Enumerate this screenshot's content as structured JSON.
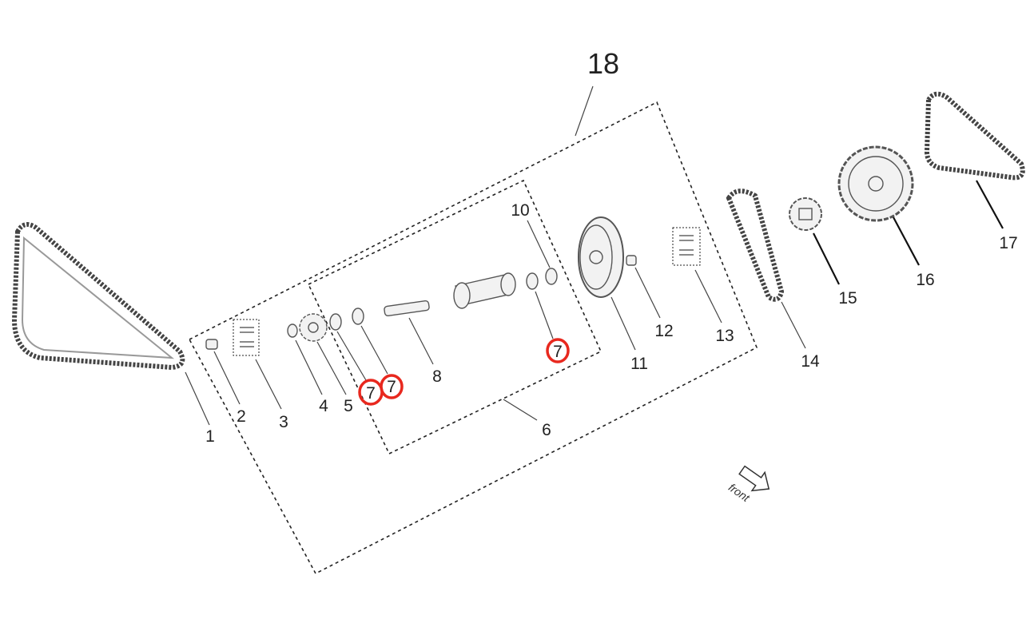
{
  "diagram": {
    "labels": {
      "p1": "1",
      "p2": "2",
      "p3": "3",
      "p4": "4",
      "p5": "5",
      "p6": "6",
      "p7a": "7",
      "p7b": "7",
      "p7c": "7",
      "p8": "8",
      "p10": "10",
      "p11": "11",
      "p12": "12",
      "p13": "13",
      "p14": "14",
      "p15": "15",
      "p16": "16",
      "p17": "17",
      "p18": "18"
    },
    "direction_label": "front",
    "highlight_color": "#e8281e"
  }
}
